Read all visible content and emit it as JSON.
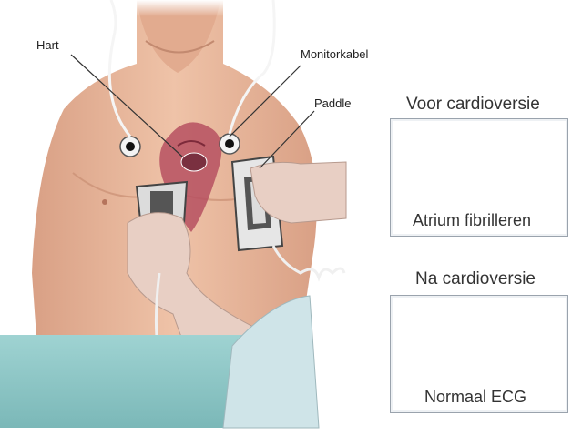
{
  "labels": {
    "heart": "Hart",
    "monitor_cable": "Monitorkabel",
    "paddle": "Paddle"
  },
  "ecg_before": {
    "title": "Voor cardioversie",
    "caption": "Atrium fibrilleren"
  },
  "ecg_after": {
    "title": "Na cardioversie",
    "caption": "Normaal ECG"
  },
  "colors": {
    "skin": "#e8b69a",
    "skin_shadow": "#c98e74",
    "sheet": "#8ec9c9",
    "sleeve": "#d5e9ec",
    "ecg_line": "#3a5a9a",
    "heart": "#b65060"
  }
}
